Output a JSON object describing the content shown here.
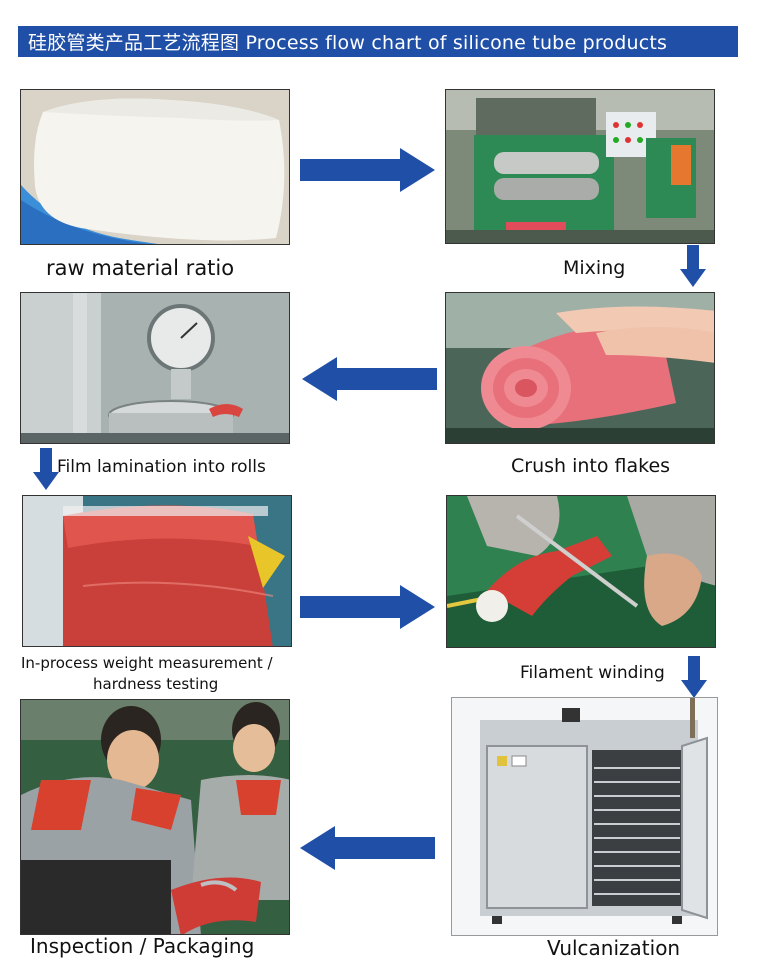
{
  "header": {
    "title": "硅胶管类产品工艺流程图  Process flow chart of silicone tube products"
  },
  "steps": [
    {
      "id": "raw",
      "label": "raw material ratio"
    },
    {
      "id": "mix",
      "label": "Mixing"
    },
    {
      "id": "crush",
      "label": "Crush into flakes"
    },
    {
      "id": "film",
      "label": "Film lamination into rolls"
    },
    {
      "id": "weight",
      "label_line1": "In-process weight measurement /",
      "label_line2": "hardness testing"
    },
    {
      "id": "wind",
      "label": "Filament winding"
    },
    {
      "id": "vulc",
      "label": "Vulcanization"
    },
    {
      "id": "insp",
      "label": "Inspection / Packaging"
    }
  ],
  "colors": {
    "header_bg": "#1f4fa6",
    "arrow": "#1f4fa6",
    "silicone_red": "#d9453f",
    "silicone_pink": "#e8707a"
  },
  "icons": {
    "right": "arrow-right-icon",
    "left": "arrow-left-icon",
    "down": "arrow-down-icon"
  }
}
